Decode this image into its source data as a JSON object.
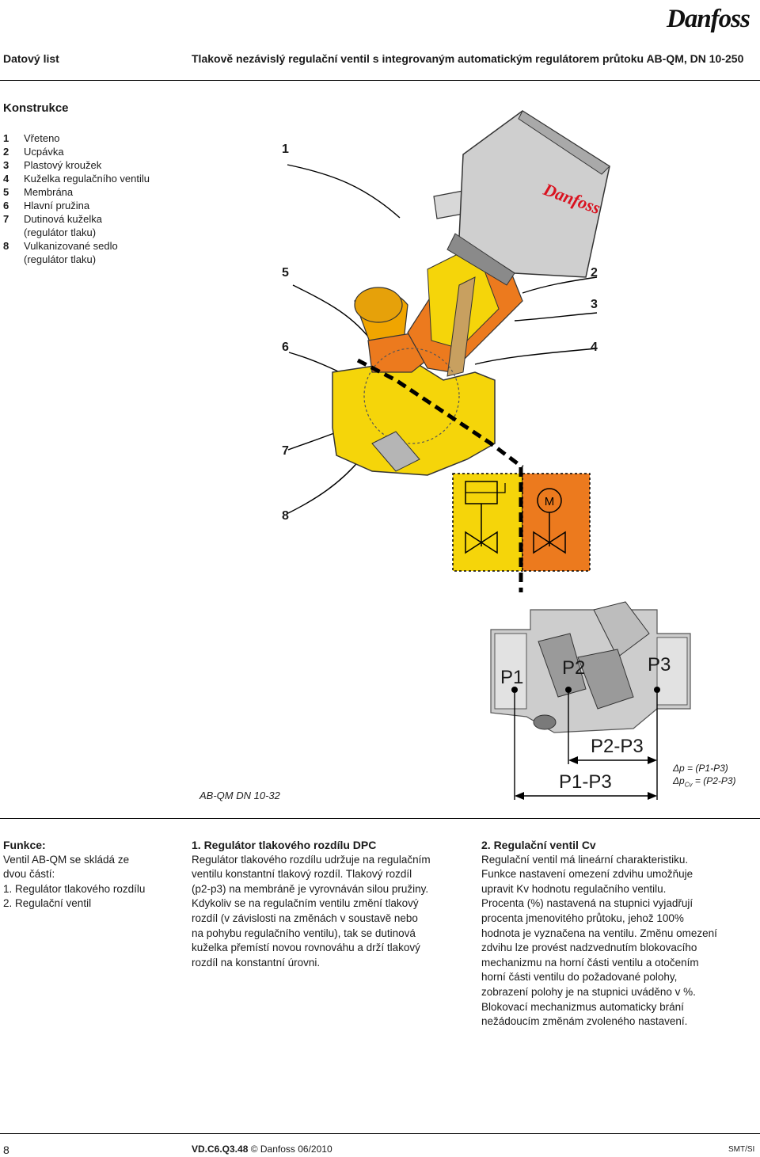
{
  "brand": {
    "logo_text": "Danfoss"
  },
  "header": {
    "left": "Datový list",
    "right": "Tlakově nezávislý regulační ventil s integrovaným automatickým regulátorem průtoku AB-QM, DN 10-250"
  },
  "construction": {
    "title": "Konstrukce",
    "parts": [
      {
        "num": "1",
        "label": "Vřeteno"
      },
      {
        "num": "2",
        "label": "Ucpávka"
      },
      {
        "num": "3",
        "label": "Plastový kroužek"
      },
      {
        "num": "4",
        "label": "Kuželka regulačního ventilu"
      },
      {
        "num": "5",
        "label": "Membrána"
      },
      {
        "num": "6",
        "label": "Hlavní pružina"
      },
      {
        "num": "7",
        "label": "Dutinová kuželka"
      },
      {
        "num": "",
        "label": "(regulátor tlaku)"
      },
      {
        "num": "8",
        "label": "Vulkanizované sedlo"
      },
      {
        "num": "",
        "label": "(regulátor tlaku)"
      }
    ]
  },
  "diagram": {
    "callouts": [
      "1",
      "5",
      "2",
      "3",
      "6",
      "4",
      "7",
      "8"
    ],
    "actuator_logo": "Danfoss",
    "pressure_labels": {
      "p1": "P1",
      "p2": "P2",
      "p3": "P3"
    },
    "dimension_labels": {
      "p2p3": "P2-P3",
      "p1p3": "P1-P3"
    },
    "caption": "AB-QM DN 10-32",
    "formula": {
      "line1": "Δp = (P1-P3)",
      "line2_prefix": "Δp",
      "line2_sub": "Cv",
      "line2_suffix": " = (P2-P3)"
    },
    "colors": {
      "yellow": "#f5d50a",
      "orange": "#ec7a1e",
      "grey": "#b5b5b5",
      "red": "#d9121f"
    }
  },
  "function": {
    "title": "Funkce:",
    "lines": [
      "Ventil AB-QM se skládá ze",
      "dvou částí:",
      "1. Regulátor tlakového rozdílu",
      "2. Regulační ventil"
    ]
  },
  "dpc": {
    "title": "1. Regulátor tlakového rozdílu DPC",
    "lines": [
      "Regulátor tlakového rozdílu udržuje na regulačním",
      "ventilu konstantní tlakový rozdíl. Tlakový rozdíl",
      "(p2-p3) na membráně je vyrovnáván silou pružiny.",
      "Kdykoliv se na regulačním ventilu změní tlakový",
      "rozdíl (v závislosti na změnách v soustavě nebo",
      "na pohybu regulačního ventilu), tak se dutinová",
      "kuželka přemístí novou rovnováhu a drží tlakový",
      "rozdíl na konstantní úrovni."
    ]
  },
  "cv": {
    "title": "2. Regulační ventil Cv",
    "lines": [
      "Regulační ventil má lineární charakteristiku.",
      "Funkce nastavení omezení zdvihu umožňuje",
      "upravit Kv hodnotu regulačního ventilu.",
      "Procenta (%) nastavená na stupnici vyjadřují",
      "procenta jmenovitého průtoku, jehož 100%",
      "hodnota je vyznačena na ventilu. Změnu omezení",
      "zdvihu lze provést nadzvednutím blokovacího",
      "mechanizmu na horní části ventilu a otočením",
      "horní části ventilu do požadované polohy,",
      "zobrazení polohy je na stupnici uváděno v %.",
      "Blokovací mechanizmus automaticky brání",
      "nežádoucím změnám zvoleného nastavení."
    ]
  },
  "footer": {
    "page": "8",
    "code_bold": "VD.C6.Q3.48",
    "code_rest": " © Danfoss 06/2010",
    "lang": "SMT/SI"
  }
}
